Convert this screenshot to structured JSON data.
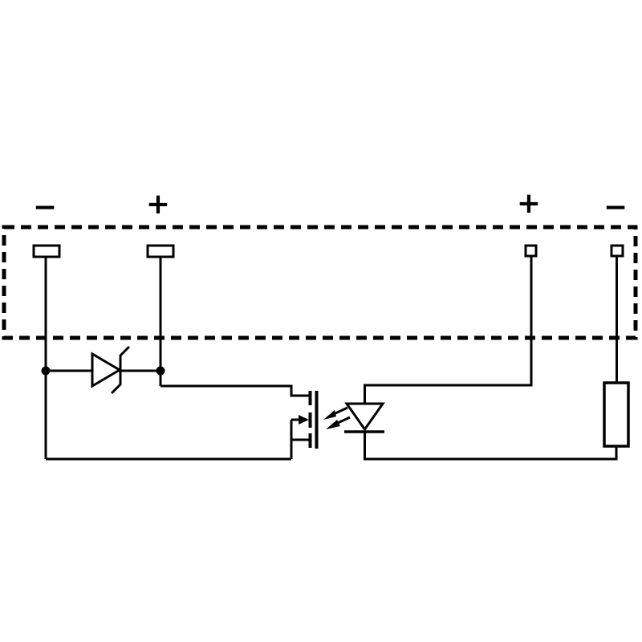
{
  "diagram": {
    "type": "schematic-wiring-diagram",
    "labels": {
      "output_minus": "−",
      "output_plus": "+",
      "input_plus": "+",
      "input_minus": "−"
    },
    "components": {
      "module_outline": "dashed-module-border",
      "output_terminals": [
        "output-minus-terminal",
        "output-plus-terminal"
      ],
      "input_terminals": [
        "input-plus-terminal",
        "input-minus-terminal"
      ],
      "parts": [
        "zener-diode",
        "photo-mosfet",
        "optical-coupling-arrows",
        "led",
        "resistor"
      ]
    },
    "colors": {
      "line": "#000000",
      "background": "#ffffff"
    }
  }
}
